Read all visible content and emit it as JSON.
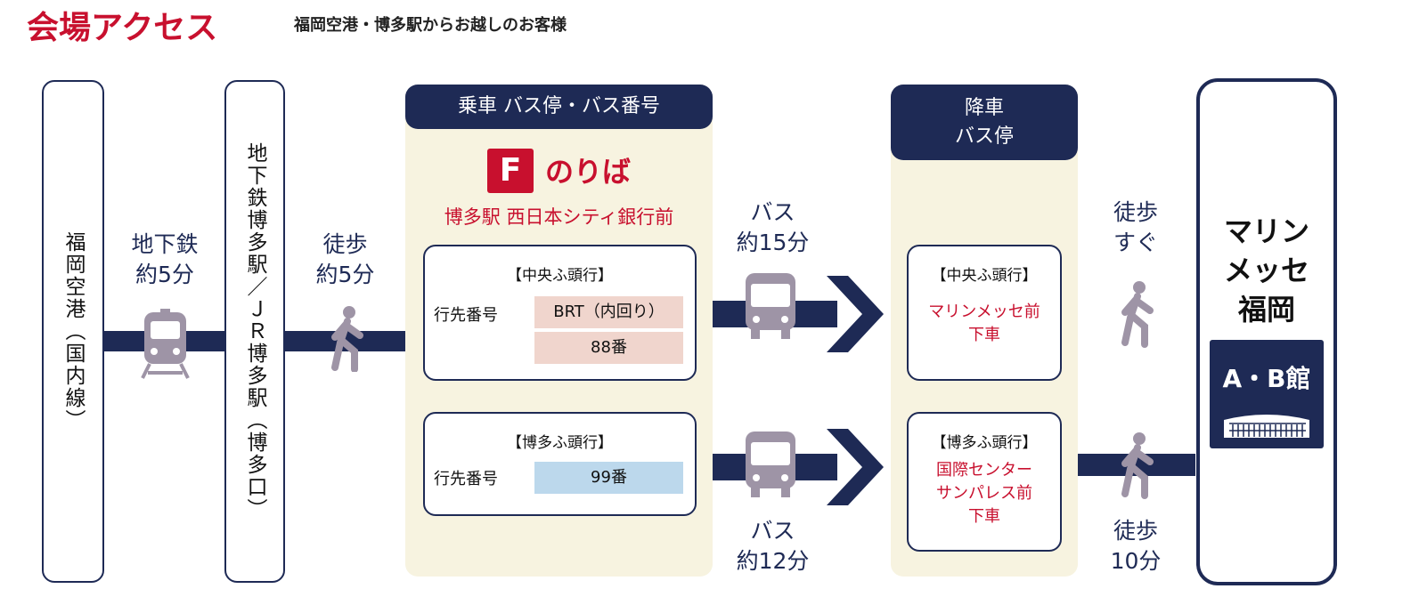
{
  "header": {
    "title": "会場アクセス",
    "subtitle": "福岡空港・博多駅からお越しのお客様"
  },
  "stops": {
    "airport": "福岡空港（国内線）",
    "hakata": "地下鉄博多駅／ＪＲ博多駅（博多口）",
    "venue": "マリン\nメッセ\n福岡",
    "hall": "A・B館"
  },
  "legs": {
    "subway": "地下鉄\n約5分",
    "walk1": "徒歩\n約5分",
    "bus15": "バス\n約15分",
    "bus12": "バス\n約12分",
    "walk_soon": "徒歩\nすぐ",
    "walk10": "徒歩\n10分"
  },
  "boarding": {
    "header": "乗車 バス停・バス番号",
    "platform_letter": "F",
    "platform_label": "のりば",
    "stop_name": "博多駅 西日本シティ銀行前",
    "routes": [
      {
        "title": "【中央ふ頭行】",
        "label": "行先番号",
        "numbers": [
          "BRT（内回り）",
          "88番"
        ]
      },
      {
        "title": "【博多ふ頭行】",
        "label": "行先番号",
        "numbers": [
          "99番"
        ]
      }
    ]
  },
  "alighting": {
    "header": "降車\nバス停",
    "stops": [
      {
        "title": "【中央ふ頭行】",
        "name": "マリンメッセ前\n下車"
      },
      {
        "title": "【博多ふ頭行】",
        "name": "国際センター\nサンパレス前\n下車"
      }
    ]
  },
  "colors": {
    "navy": "#1e2a55",
    "red": "#c8102e",
    "cream": "#f7f3e0",
    "pink": "#f0d5cd",
    "blue": "#bcd8ec"
  }
}
